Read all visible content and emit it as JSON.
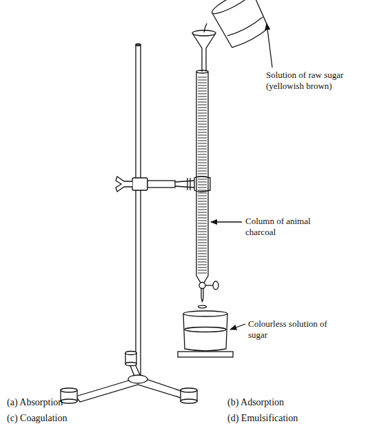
{
  "diagram": {
    "labels": [
      "Solution of raw sugar (yellowish brown)",
      "Column of animal charcoal",
      "Colourless solution of sugar",
      "(a) Absorption",
      "(b) Adsorption",
      "(c) Coagulation",
      "(d) Emulsification"
    ]
  }
}
